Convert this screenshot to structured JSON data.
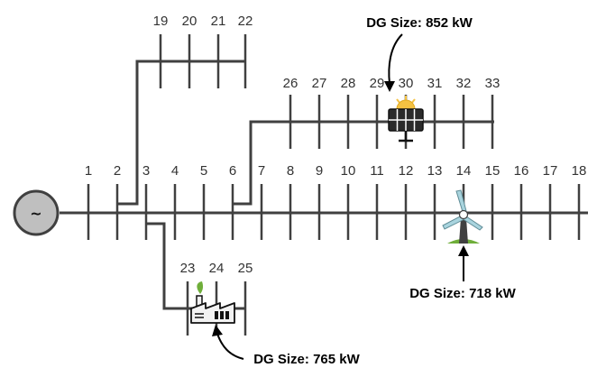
{
  "generator": {
    "symbol": "~",
    "icon": "ac-generator-icon"
  },
  "colors": {
    "line": "#404040",
    "generator_fill": "#bfbfbf",
    "solar_panel": "#2b2b2b",
    "sun": "#f5c242",
    "turbine": "#a9d4de",
    "factory": "#f2f2f2",
    "plant": "#6fae3a"
  },
  "buses": {
    "main": [
      "1",
      "2",
      "3",
      "4",
      "5",
      "6",
      "7",
      "8",
      "9",
      "10",
      "11",
      "12",
      "13",
      "14",
      "15",
      "16",
      "17",
      "18"
    ],
    "branch_19_22": [
      "19",
      "20",
      "21",
      "22"
    ],
    "branch_23_25": [
      "23",
      "24",
      "25"
    ],
    "branch_26_33": [
      "26",
      "27",
      "28",
      "29",
      "30",
      "31",
      "32",
      "33"
    ]
  },
  "dg_units": [
    {
      "id": "solar",
      "label": "DG Size: 852 kW",
      "icon": "solar-panel-icon",
      "bus": "30"
    },
    {
      "id": "wind",
      "label": "DG Size: 718 kW",
      "icon": "wind-turbine-icon",
      "bus": "14"
    },
    {
      "id": "chp",
      "label": "DG Size: 765 kW",
      "icon": "factory-icon",
      "bus": "24"
    }
  ]
}
